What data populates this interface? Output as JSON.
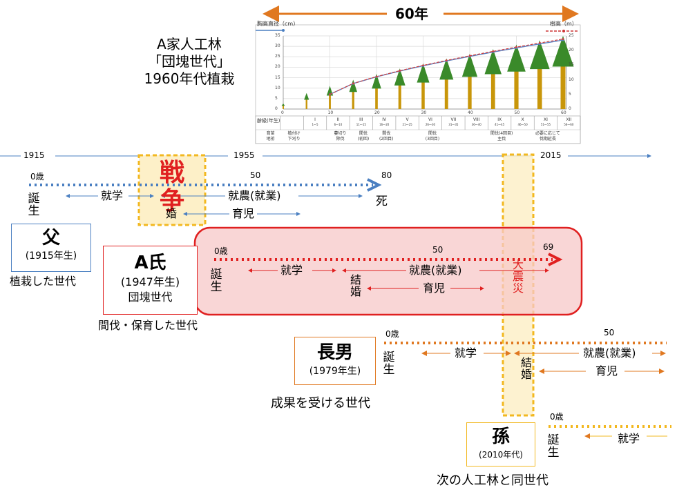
{
  "header": {
    "span_label": "60年",
    "forest_title_line1": "A家人工林",
    "forest_title_line2": "「団塊世代」",
    "forest_title_line3": "1960年代植栽"
  },
  "growth_chart": {
    "left_axis_title": "胸高直径（cm）",
    "right_axis_title": "樹高（m）",
    "y_ticks_left": [
      "0",
      "5",
      "10",
      "15",
      "20",
      "25",
      "30",
      "35"
    ],
    "y_ticks_right": [
      "0",
      "5",
      "10",
      "15",
      "20",
      "25"
    ],
    "x_ticks": [
      "0",
      "10",
      "20",
      "30",
      "40",
      "50",
      "60"
    ],
    "stage_row_label": "齢級(年生)",
    "stages": [
      "I",
      "II",
      "III",
      "IV",
      "V",
      "VI",
      "VII",
      "VIII",
      "IX",
      "X",
      "XI",
      "XII"
    ],
    "ranges": [
      "1～5",
      "6～10",
      "11～15",
      "16～20",
      "21～25",
      "26～30",
      "31～35",
      "36～40",
      "41～45",
      "46～50",
      "51～55",
      "56～60"
    ],
    "work_labels": [
      "育苗\n地拵",
      "植付け\n下刈り",
      "",
      "蔓切り\n除伐",
      "間伐\n(初回)",
      "間伐\n(2回目)",
      "",
      "間伐\n(3回目)",
      "",
      "",
      "間伐(4回目)\n主伐",
      "",
      "必要に応じて\n伐期延長"
    ]
  },
  "timeline": {
    "years": [
      "1915",
      "1955",
      "2015"
    ]
  },
  "father": {
    "name": "父",
    "born": "(1915年生)",
    "caption": "植栽した世代",
    "age_start": "0歳",
    "age_mid": "50",
    "age_end": "80",
    "birth": "誕生",
    "death": "死",
    "school": "就学",
    "farming": "就農(就業)",
    "marriage": "婚",
    "childcare": "育児"
  },
  "war": {
    "label": "戦争"
  },
  "a_san": {
    "name": "A氏",
    "born": "(1947年生)",
    "group": "団塊世代",
    "caption": "間伐・保育した世代",
    "age_start": "0歳",
    "age_mid": "50",
    "age_end": "69",
    "birth": "誕生",
    "school": "就学",
    "marriage": "結婚",
    "farming": "就農(就業)",
    "childcare": "育児"
  },
  "earthquake": {
    "label": "大震災"
  },
  "son": {
    "name": "長男",
    "born": "(1979年生)",
    "caption": "成果を受ける世代",
    "age_start": "0歳",
    "age_mid": "50",
    "birth": "誕生",
    "school": "就学",
    "marriage": "結婚",
    "farming": "就農(就業)",
    "childcare": "育児"
  },
  "grandchild": {
    "name": "孫",
    "born": "(2010年代)",
    "caption": "次の人工林と同世代",
    "age_start": "0歳",
    "birth": "誕生",
    "school": "就学"
  },
  "colors": {
    "orange": "#e07820",
    "blue": "#4a7fc1",
    "red": "#e02020",
    "gold": "#f2b820",
    "tree": "#3a8a2a",
    "trunk": "#c8960a"
  }
}
